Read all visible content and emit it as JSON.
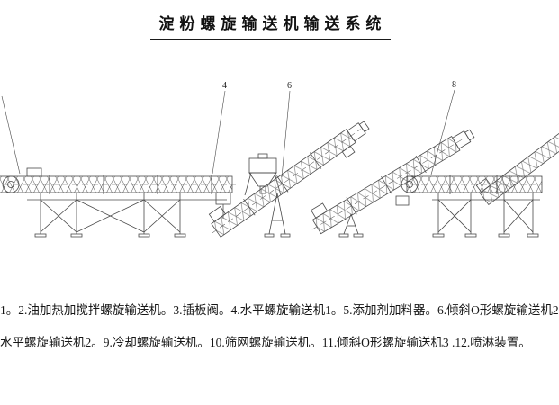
{
  "title": "淀粉螺旋输送机输送系统",
  "callouts": [
    {
      "label": "4"
    },
    {
      "label": "6"
    },
    {
      "label": "8"
    }
  ],
  "caption": {
    "line1": "1。2.油加热加搅拌螺旋输送机。3.插板阀。4.水平螺旋输送机1。5.添加剂加料器。6.倾斜O形螺旋输送机2",
    "line2": "水平螺旋输送机2。9.冷却螺旋输送机。10.筛网螺旋输送机。11.倾斜O形螺旋输送机3 .12.喷淋装置。"
  },
  "colors": {
    "background": "#ffffff",
    "ink": "#4a4a4a",
    "text": "#161616"
  }
}
